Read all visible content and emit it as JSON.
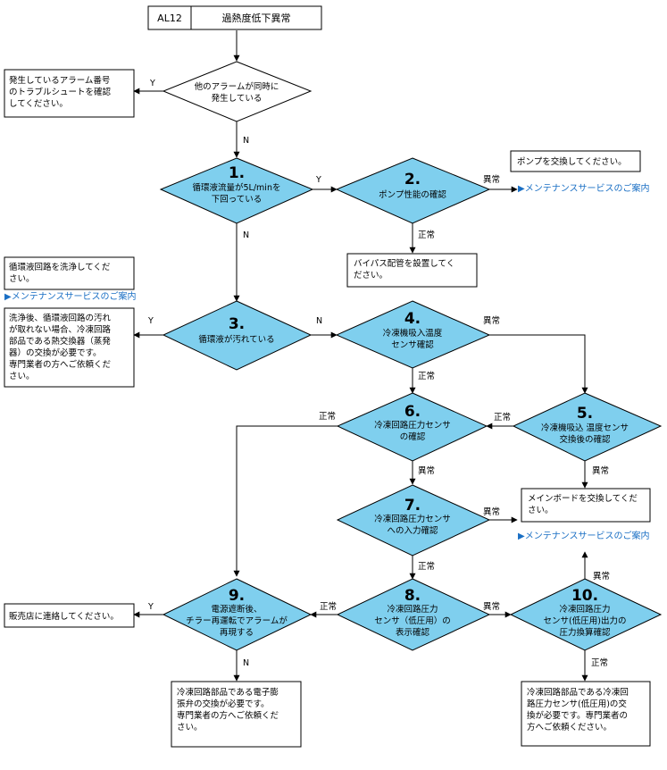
{
  "header": {
    "code": "AL12",
    "title": "過熱度低下異常"
  },
  "labels": {
    "yes": "Y",
    "no": "N",
    "normal": "正常",
    "abnormal": "異常"
  },
  "link_text": "▶メンテナンスサービスのご案内",
  "start": {
    "lines": [
      "他のアラームが同時に",
      "発生している"
    ]
  },
  "steps": {
    "s1": {
      "num": "1.",
      "lines": [
        "循環液流量が5L/minを",
        "下回っている"
      ]
    },
    "s2": {
      "num": "2.",
      "lines": [
        "ポンプ性能の確認"
      ]
    },
    "s3": {
      "num": "3.",
      "lines": [
        "循環液が汚れている"
      ]
    },
    "s4": {
      "num": "4.",
      "lines": [
        "冷凍機吸入温度",
        "センサ確認"
      ]
    },
    "s5": {
      "num": "5.",
      "lines": [
        "冷凍機吸込 温度センサ",
        "交換後の確認"
      ]
    },
    "s6": {
      "num": "6.",
      "lines": [
        "冷凍回路圧力センサ",
        "の確認"
      ]
    },
    "s7": {
      "num": "7.",
      "lines": [
        "冷凍回路圧力センサ",
        "への入力確認"
      ]
    },
    "s8": {
      "num": "8.",
      "lines": [
        "冷凍回路圧力",
        "センサ（低圧用）の",
        "表示確認"
      ]
    },
    "s9": {
      "num": "9.",
      "lines": [
        "電源遮断後、",
        "チラー再運転でアラームが",
        "再現する"
      ]
    },
    "s10": {
      "num": "10.",
      "lines": [
        "冷凍回路圧力",
        "センサ(低圧用)出力の",
        "圧力換算確認"
      ]
    }
  },
  "boxes": {
    "other_alarm": [
      "発生しているアラーム番号",
      "のトラブルシュートを確認",
      "してください。"
    ],
    "pump": [
      "ポンプを交換してください。"
    ],
    "bypass": [
      "バイパス配管を設置してく",
      "ださい。"
    ],
    "wash": [
      "循環液回路を洗浄してくだ",
      "さい。"
    ],
    "heat_exchanger": [
      "洗浄後、循環液回路の汚れ",
      "が取れない場合、冷凍回路",
      "部品である熱交換器（蒸発",
      "器）の交換が必要です。",
      "専門業者の方へご依頼くだ",
      "さい。"
    ],
    "mainboard": [
      "メインボードを交換してくだ",
      "さい。"
    ],
    "dealer": [
      "販売店に連絡してください。"
    ],
    "expansion_valve": [
      "冷凍回路部品である電子膨",
      "張弁の交換が必要です。",
      "専門業者の方へご依頼くだ",
      "さい。"
    ],
    "pressure_sensor": [
      "冷凍回路部品である冷凍回",
      "路圧力センサ(低圧用)の交",
      "換が必要です。専門業者の",
      "方へご依頼ください。"
    ]
  }
}
